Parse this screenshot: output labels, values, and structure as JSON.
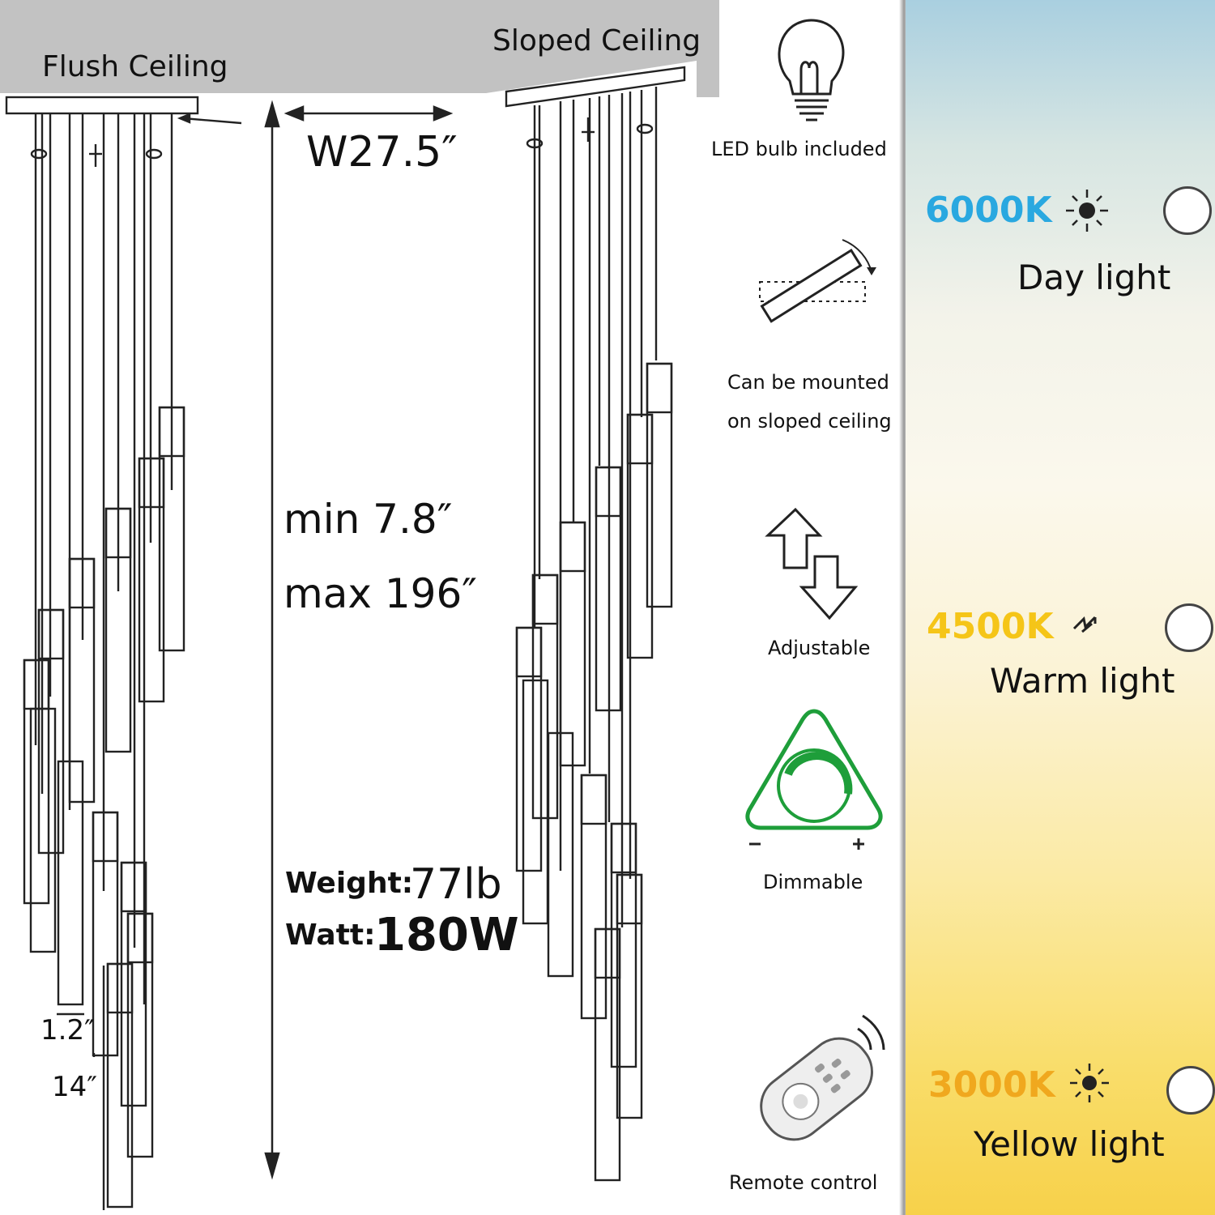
{
  "ceilings": {
    "flush_label": "Flush Ceiling",
    "sloped_label": "Sloped Ceiling"
  },
  "dimensions": {
    "width": "W27.5″",
    "min_height": "min 7.8″",
    "max_height": "max 196″",
    "weight_label": "Weight:",
    "weight_value": "77lb",
    "watt_label": "Watt:",
    "watt_value": "180W",
    "tube_diameter": "1.2″",
    "tube_length": "14″"
  },
  "features": [
    {
      "label": "LED bulb included",
      "icon": "light-bulb-icon"
    },
    {
      "label_line1": "Can be mounted",
      "label_line2": "on sloped ceiling",
      "icon": "sloped-mount-icon"
    },
    {
      "label": "Adjustable",
      "icon": "up-down-arrows-icon"
    },
    {
      "label": "Dimmable",
      "icon": "dimmer-icon",
      "minus": "-",
      "plus": "+"
    },
    {
      "label": "Remote  control",
      "icon": "remote-control-icon"
    }
  ],
  "color_temps": [
    {
      "kelvin": "6000K",
      "name": "Day light",
      "color": "#29a8e0",
      "icon": "sun-icon"
    },
    {
      "kelvin": "4500K",
      "name": "Warm light",
      "color": "#f5c518",
      "icon": "flash-icon"
    },
    {
      "kelvin": "3000K",
      "name": "Yellow light",
      "color": "#f0a81e",
      "icon": "sun-icon"
    }
  ],
  "colors": {
    "dimmer_green": "#1e9e3a",
    "panel_top": "#a9cfe0",
    "panel_bottom": "#f7d14a"
  }
}
